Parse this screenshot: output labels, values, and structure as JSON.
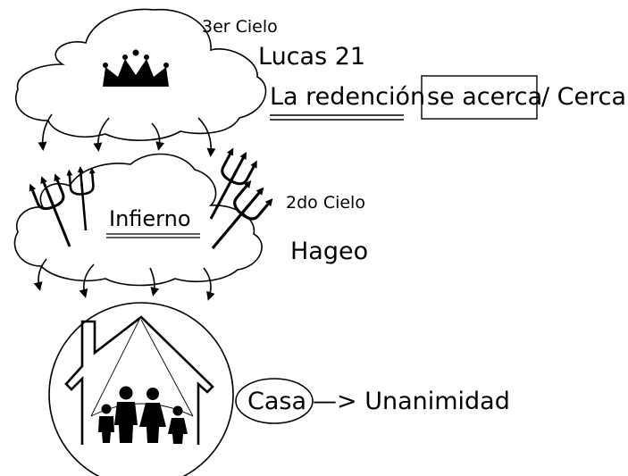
{
  "labels": {
    "third_heaven": "3er Cielo",
    "scripture_1": "Lucas 21",
    "redemption": "La redención",
    "approaches": "se acerca",
    "near": "/ Cerca",
    "second_heaven": "2do Cielo",
    "scripture_2": "Hageo",
    "hell": "Infierno",
    "house": "Casa",
    "result_arrow": "—> Unanimidad"
  }
}
